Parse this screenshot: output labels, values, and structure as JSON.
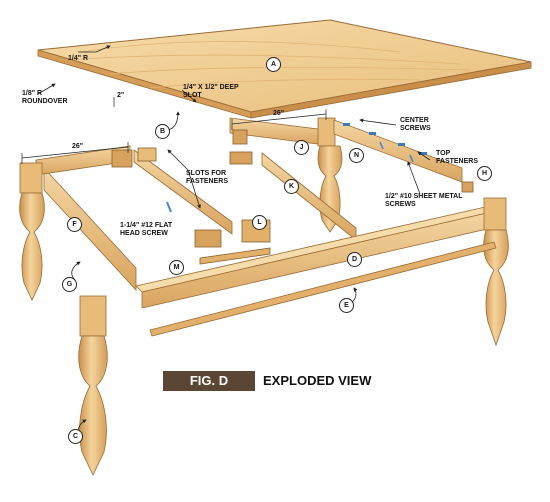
{
  "figure": {
    "badge": "FIG. D",
    "title": "EXPLODED VIEW"
  },
  "annotations": {
    "quarter_radius": "1/4\" R",
    "roundover": "1/8\" R ROUNDOVER",
    "two_inch": "2\"",
    "slot": "1/4\" X 1/2\" DEEP SLOT",
    "dim_26_left": "26\"",
    "dim_26_right": "26\"",
    "center_screws": "CENTER SCREWS",
    "top_fasteners": "TOP FASTENERS",
    "slots_for_fasteners": "SLOTS FOR FASTENERS",
    "sheet_metal_screws": "1/2\" #10 SHEET METAL SCREWS",
    "flat_head_screw": "1-1/4\" #12 FLAT HEAD SCREW"
  },
  "callouts": {
    "A": "A",
    "B": "B",
    "C": "C",
    "D": "D",
    "E": "E",
    "F": "F",
    "G": "G",
    "H": "H",
    "J": "J",
    "K": "K",
    "L": "L",
    "M": "M",
    "N": "N"
  },
  "colors": {
    "wood_light": "#f3d29a",
    "wood_mid": "#e2b06a",
    "wood_dark": "#c38a45",
    "badge_bg": "#5a4632"
  }
}
